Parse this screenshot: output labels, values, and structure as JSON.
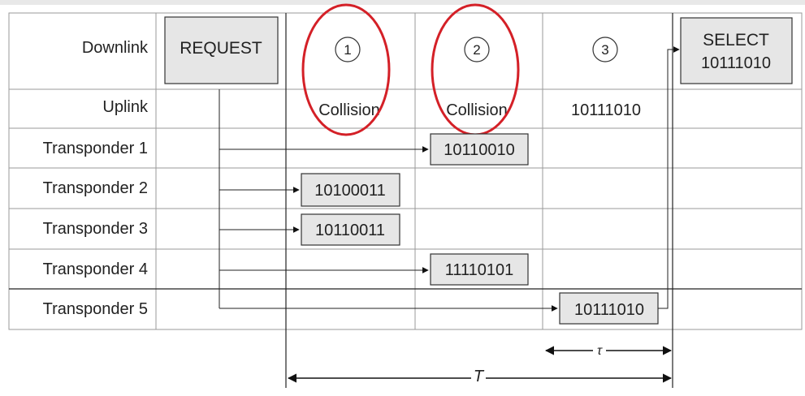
{
  "rows": {
    "downlink": "Downlink",
    "uplink": "Uplink",
    "transponders": [
      "Transponder 1",
      "Transponder 2",
      "Transponder 3",
      "Transponder 4",
      "Transponder 5"
    ]
  },
  "downlink": {
    "request": "REQUEST",
    "slots": [
      "1",
      "2",
      "3"
    ],
    "select_title": "SELECT",
    "select_code": "10111010"
  },
  "uplink": [
    "Collision",
    "Collision",
    "10111010"
  ],
  "transponder_codes": [
    "10110010",
    "10100011",
    "10110011",
    "11110101",
    "10111010"
  ],
  "timing": {
    "tau": "τ",
    "T": "T"
  },
  "colors": {
    "highlight": "#d42027",
    "box_fill": "#e6e6e6",
    "grid": "#9a9a9a"
  }
}
